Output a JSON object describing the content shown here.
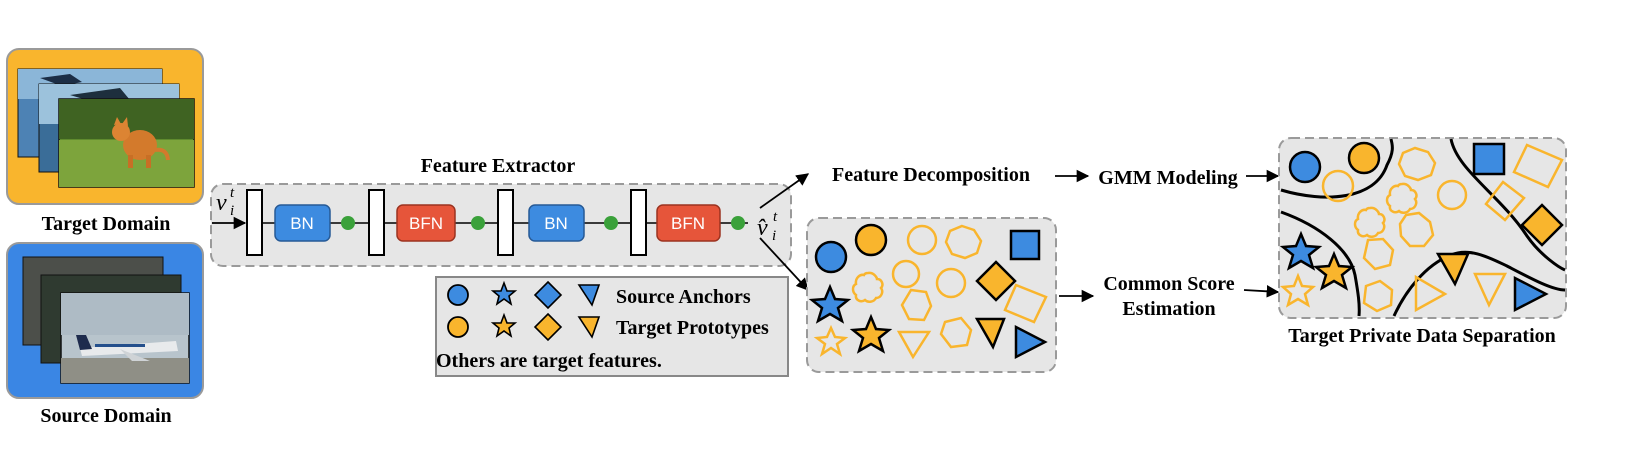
{
  "colors": {
    "target": "#f9b52d",
    "source": "#3a86e4",
    "bn": "#3d8be0",
    "bfn": "#e6553a",
    "node": "#3aa13a",
    "panel": "#e6e6e6"
  },
  "domains": {
    "target_label": "Target Domain",
    "source_label": "Source Domain"
  },
  "extractor": {
    "title": "Feature Extractor",
    "input_var": "v",
    "input_sup": "t",
    "input_sub": "i",
    "output_var": "v̂",
    "output_sup": "t",
    "output_sub": "i",
    "blocks": [
      "BN",
      "BFN",
      "BN",
      "BFN"
    ]
  },
  "steps": {
    "decomposition": "Feature Decomposition",
    "gmm": "GMM Modeling",
    "common_score_line1": "Common Score",
    "common_score_line2": "Estimation",
    "separation": "Target Private Data Separation"
  },
  "legend": {
    "source_label": "Source Anchors",
    "target_label": "Target Prototypes",
    "others_note": "Others are target features.",
    "shape_icons": [
      "circle-icon",
      "star-icon",
      "diamond-icon",
      "triangle-icon"
    ]
  }
}
